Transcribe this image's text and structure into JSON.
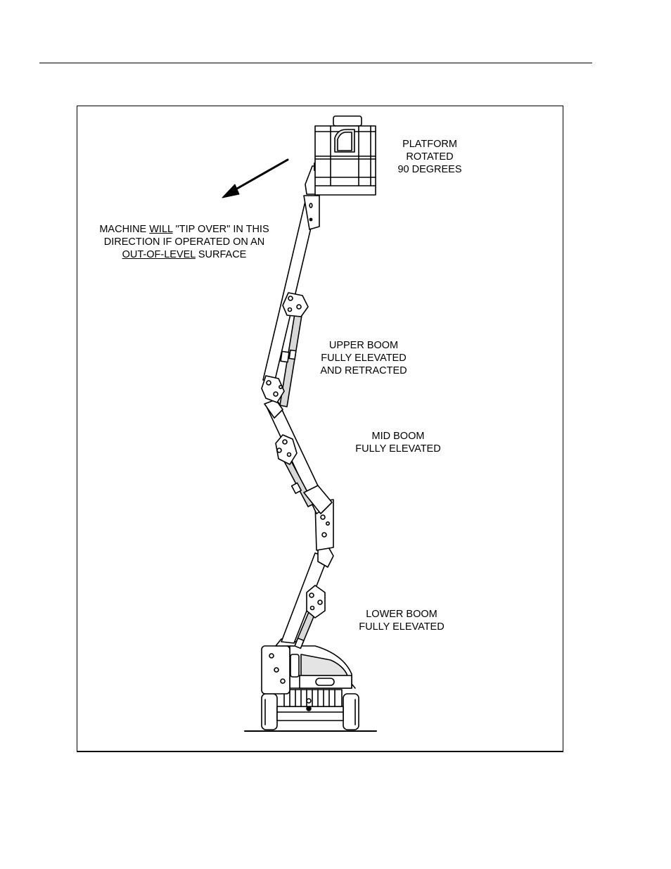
{
  "labels": {
    "platform": [
      "PLATFORM",
      "ROTATED",
      "90 DEGREES"
    ],
    "tip_warning": {
      "line1_pre": "MACHINE ",
      "line1_underlined": "WILL",
      "line1_post": " \"TIP OVER\" IN THIS",
      "line2": "DIRECTION IF OPERATED ON AN",
      "line3_underlined": "OUT-OF-LEVEL",
      "line3_post": " SURFACE"
    },
    "upper_boom": [
      "UPPER BOOM",
      "FULLY ELEVATED",
      "AND RETRACTED"
    ],
    "mid_boom": [
      "MID BOOM",
      "FULLY ELEVATED"
    ],
    "lower_boom": [
      "LOWER BOOM",
      "FULLY ELEVATED"
    ]
  },
  "colors": {
    "line": "#000000",
    "fill": "#ffffff",
    "shade": "#d8d8d8"
  }
}
